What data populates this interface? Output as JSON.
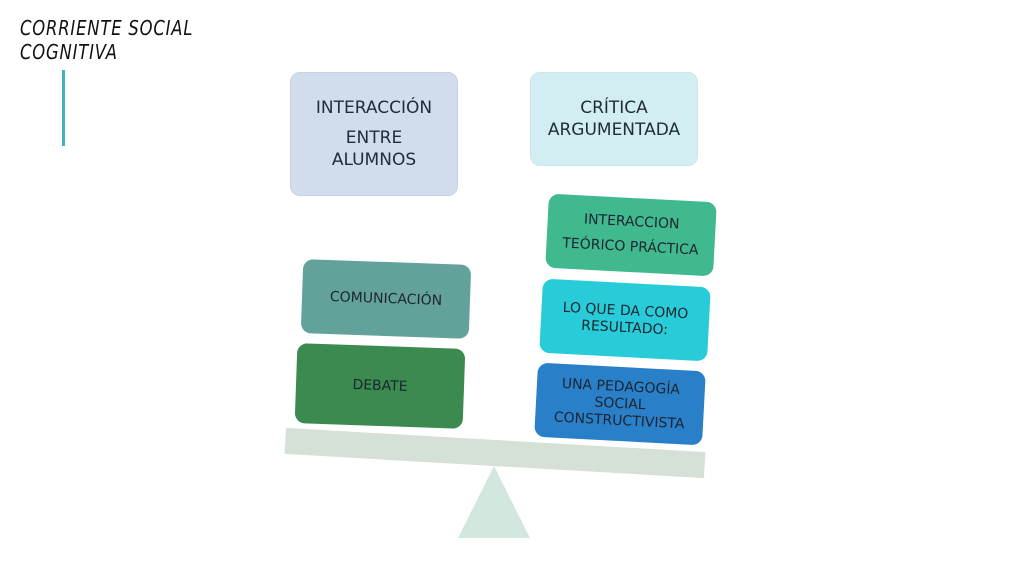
{
  "slide": {
    "title_line1": "CORRIENTE SOCIAL",
    "title_line2": "COGNITIVA"
  },
  "diagram": {
    "header_left": [
      "INTERACCIÓN",
      "ENTRE",
      "ALUMNOS"
    ],
    "header_right": [
      "CRÍTICA",
      "ARGUMENTADA"
    ],
    "left_stack": [
      "COMUNICACIÓN",
      "DEBATE"
    ],
    "right_stack": [
      [
        "INTERACCION",
        "TEÓRICO PRÁCTICA"
      ],
      [
        "LO QUE DA COMO",
        "RESULTADO:"
      ],
      [
        "UNA PEDAGOGÍA",
        "SOCIAL",
        "CONSTRUCTIVISTA"
      ]
    ]
  },
  "colors": {
    "header_left": "#d1dced",
    "header_right": "#d3eef3",
    "teorica": "#40b98f",
    "resultado": "#27ccd8",
    "pedagogia": "#2a7fc9",
    "comunicacion": "#62a29b",
    "debate": "#3b8a4f",
    "beam": "#d5e0d6",
    "fulcrum": "#d2e8de",
    "accent": "#3fb3c3"
  }
}
